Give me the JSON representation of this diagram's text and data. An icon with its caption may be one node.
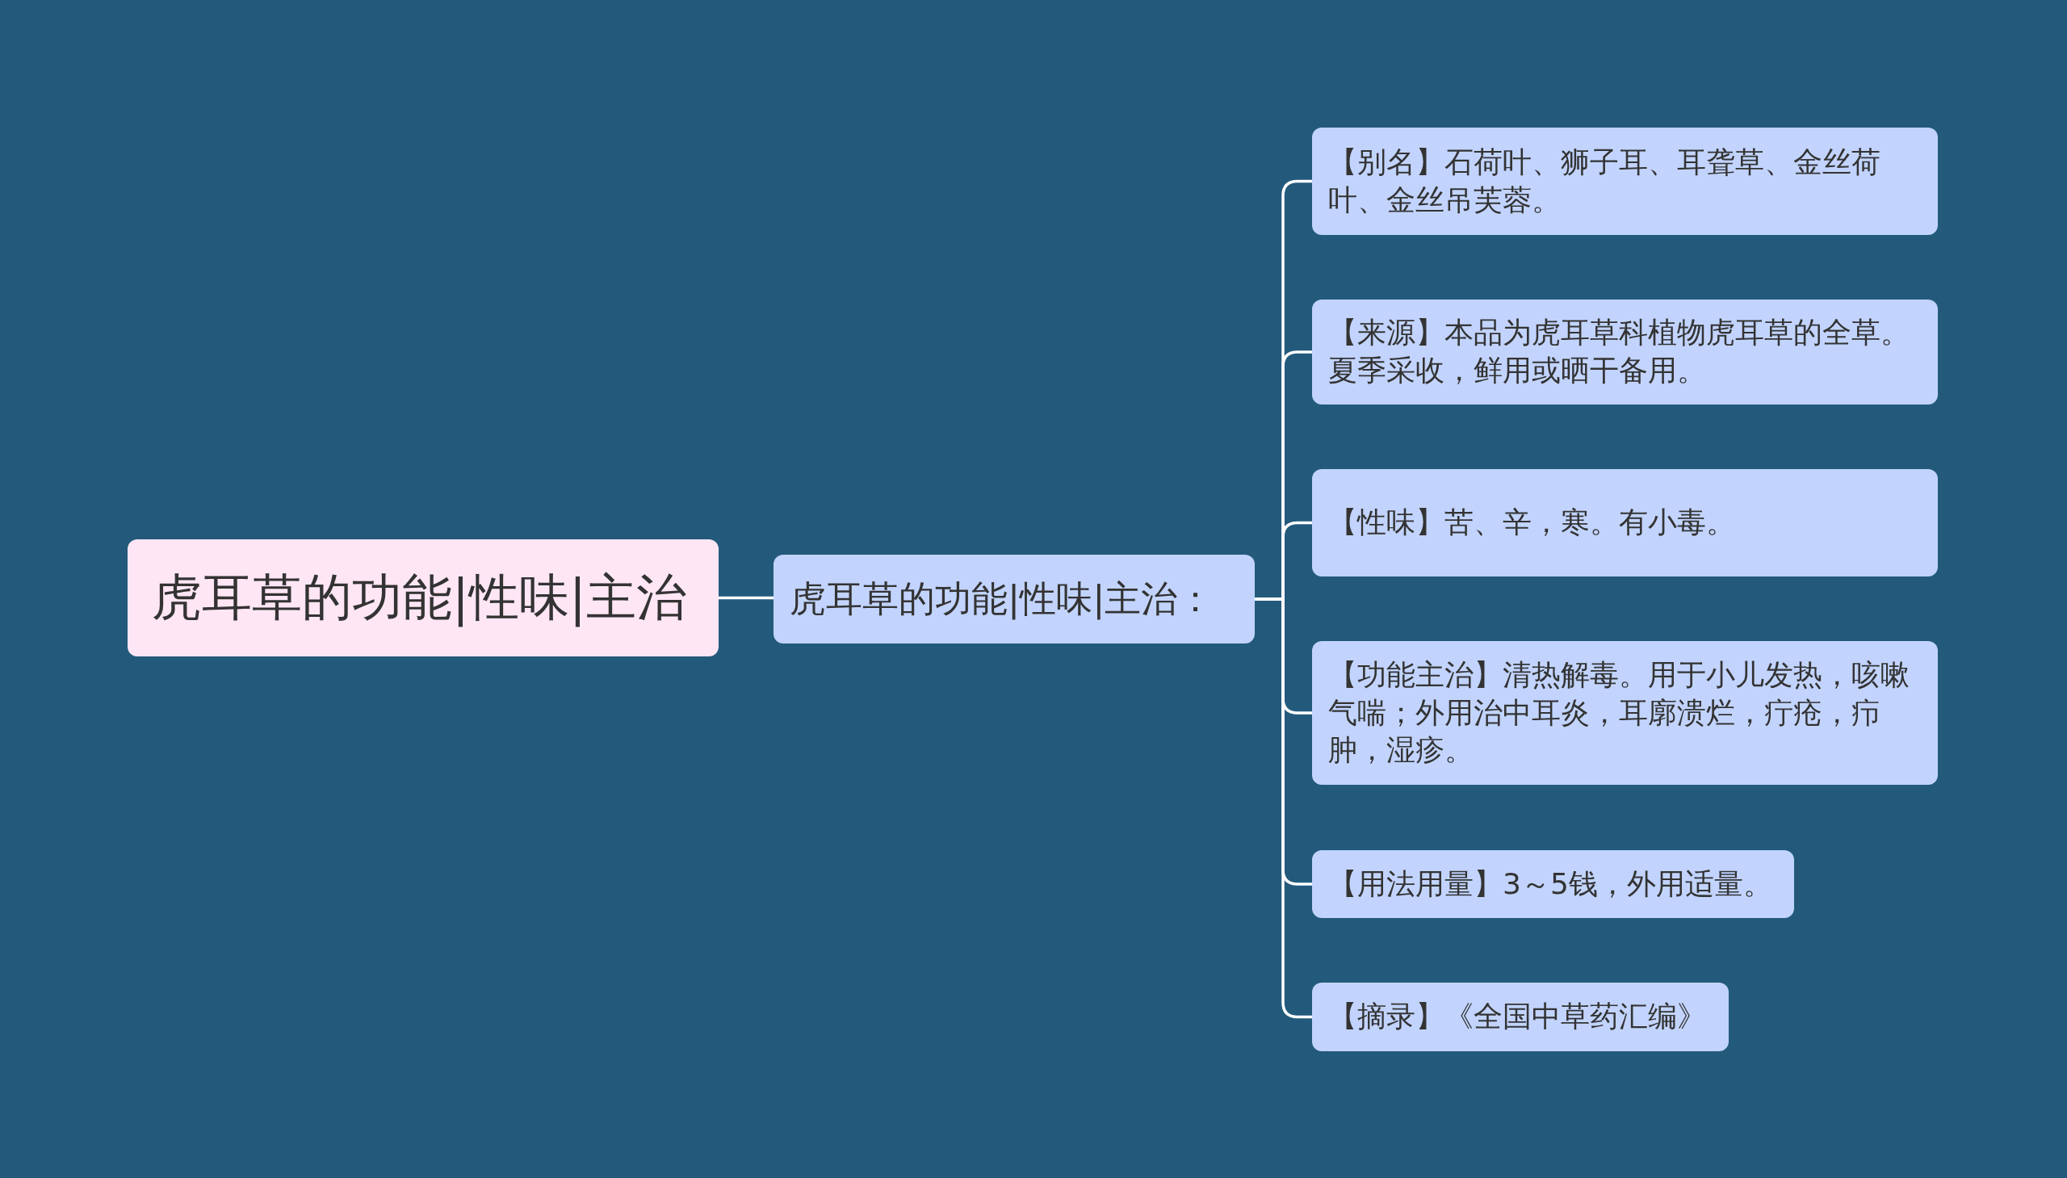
{
  "diagram": {
    "nodes": [
      {
        "text": [
          "虎耳草的功能|性味|主治"
        ]
      },
      {
        "text": [
          "虎耳草的功能|性味|主治："
        ]
      },
      {
        "text": [
          "【别名】石荷叶、狮子耳、耳聋草、金丝荷叶、金丝吊芙蓉。"
        ]
      },
      {
        "text": [
          "【来源】本品为虎耳草科植物虎耳草的全草。夏季采收，鲜用或晒干备用。"
        ]
      },
      {
        "text": [
          "【性味】苦、辛，寒。有小毒。"
        ]
      },
      {
        "text": [
          "【功能主治】清热解毒。用于小儿发热，咳嗽气喘；外用治中耳炎，耳廓溃烂，疔疮，疖肿，湿疹。"
        ]
      },
      {
        "text": [
          "【用法用量】3～5钱，外用适量。"
        ]
      },
      {
        "text": [
          "【摘录】《全国中草药汇编》"
        ]
      }
    ],
    "edges": [
      {
        "from": 0,
        "to": 1,
        "arrow": "none"
      },
      {
        "from": 1,
        "to": 2,
        "arrow": "none"
      },
      {
        "from": 1,
        "to": 3,
        "arrow": "none"
      },
      {
        "from": 1,
        "to": 4,
        "arrow": "none"
      },
      {
        "from": 1,
        "to": 5,
        "arrow": "none"
      },
      {
        "from": 1,
        "to": 6,
        "arrow": "none"
      },
      {
        "from": 1,
        "to": 7,
        "arrow": "none"
      }
    ]
  }
}
